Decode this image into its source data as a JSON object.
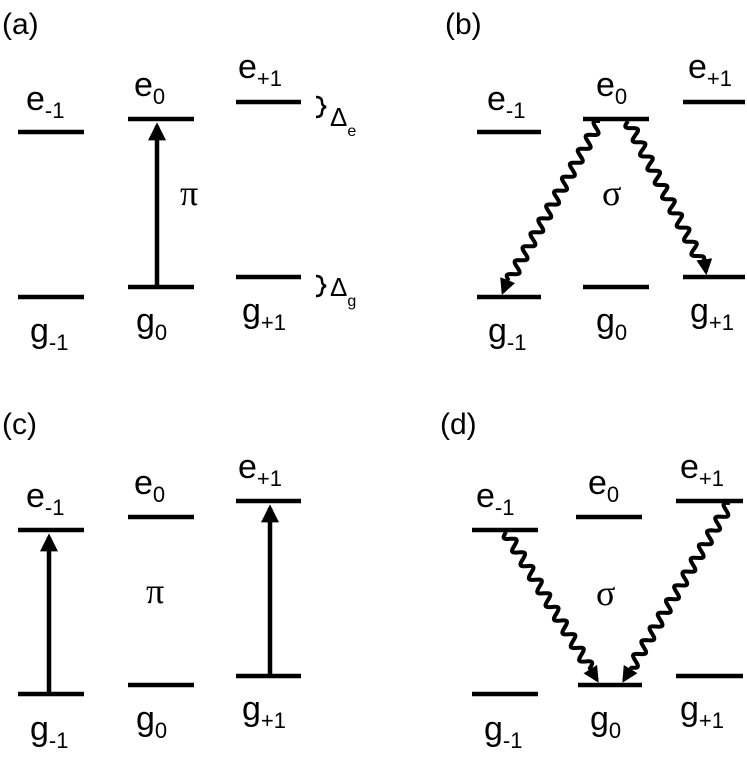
{
  "panels": [
    {
      "id": "a",
      "label": "(a)",
      "transition_symbol": "π",
      "levels": [
        {
          "base": "e",
          "sub": "-1"
        },
        {
          "base": "e",
          "sub": "0"
        },
        {
          "base": "e",
          "sub": "+1"
        },
        {
          "base": "g",
          "sub": "-1"
        },
        {
          "base": "g",
          "sub": "0"
        },
        {
          "base": "g",
          "sub": "+1"
        }
      ],
      "splittings": [
        {
          "symbol": "Δ",
          "sub": "e"
        },
        {
          "symbol": "Δ",
          "sub": "g"
        }
      ]
    },
    {
      "id": "b",
      "label": "(b)",
      "transition_symbol": "σ",
      "levels": [
        {
          "base": "e",
          "sub": "-1"
        },
        {
          "base": "e",
          "sub": "0"
        },
        {
          "base": "e",
          "sub": "+1"
        },
        {
          "base": "g",
          "sub": "-1"
        },
        {
          "base": "g",
          "sub": "0"
        },
        {
          "base": "g",
          "sub": "+1"
        }
      ]
    },
    {
      "id": "c",
      "label": "(c)",
      "transition_symbol": "π",
      "levels": [
        {
          "base": "e",
          "sub": "-1"
        },
        {
          "base": "e",
          "sub": "0"
        },
        {
          "base": "e",
          "sub": "+1"
        },
        {
          "base": "g",
          "sub": "-1"
        },
        {
          "base": "g",
          "sub": "0"
        },
        {
          "base": "g",
          "sub": "+1"
        }
      ]
    },
    {
      "id": "d",
      "label": "(d)",
      "transition_symbol": "σ",
      "levels": [
        {
          "base": "e",
          "sub": "-1"
        },
        {
          "base": "e",
          "sub": "0"
        },
        {
          "base": "e",
          "sub": "+1"
        },
        {
          "base": "g",
          "sub": "-1"
        },
        {
          "base": "g",
          "sub": "0"
        },
        {
          "base": "g",
          "sub": "+1"
        }
      ]
    }
  ]
}
